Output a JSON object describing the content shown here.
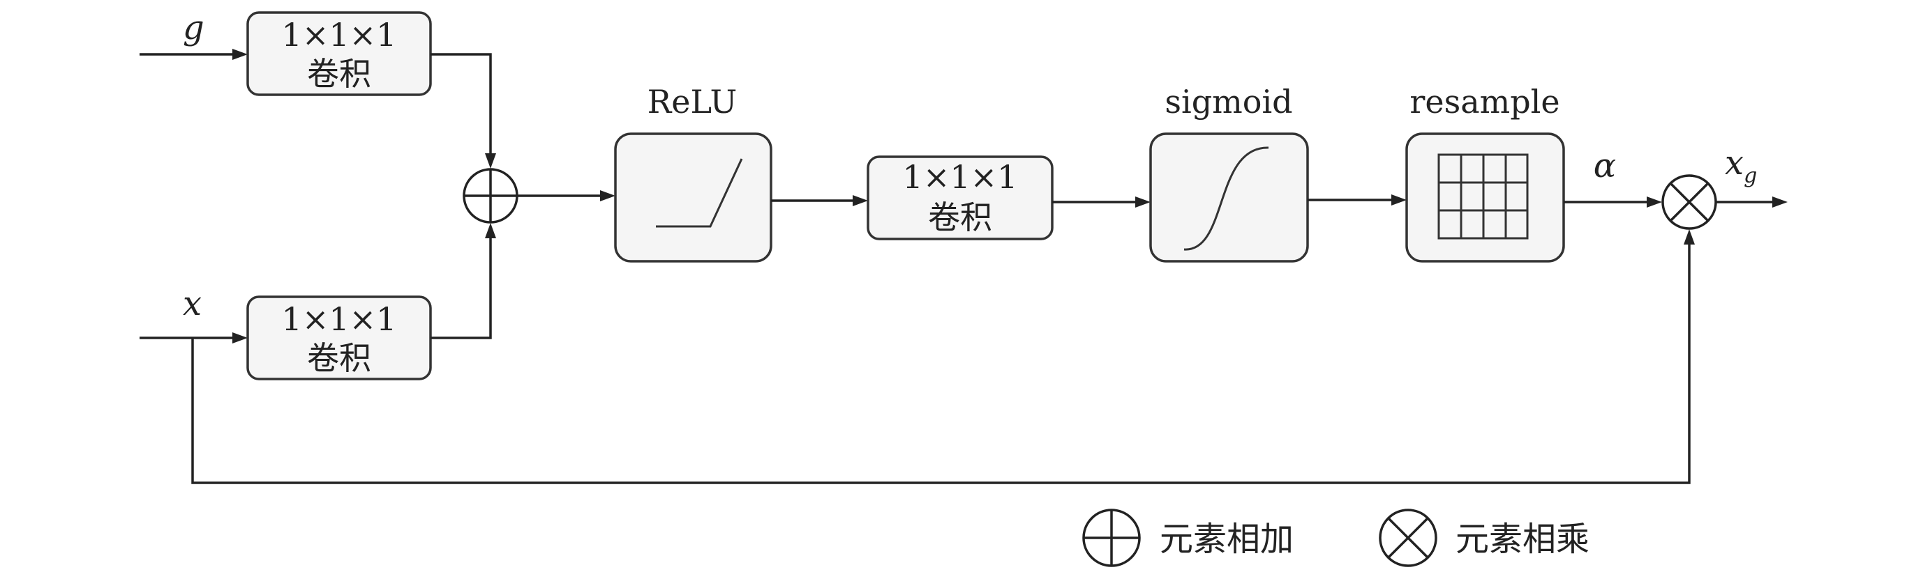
{
  "inputs": {
    "g": "g",
    "x": "x"
  },
  "conv_blocks": {
    "top": {
      "line1": "1×1×1",
      "line2": "卷积"
    },
    "bottom": {
      "line1": "1×1×1",
      "line2": "卷积"
    },
    "middle": {
      "line1": "1×1×1",
      "line2": "卷积"
    }
  },
  "relu": {
    "label": "ReLU"
  },
  "sigmoid": {
    "label": "sigmoid"
  },
  "resample": {
    "label": "resample"
  },
  "alpha": {
    "label": "α"
  },
  "output": {
    "main": "x",
    "sub": "g"
  },
  "legend": {
    "add": "元素相加",
    "multiply": "元素相乘"
  },
  "colors": {
    "stroke": "#222222",
    "box_fill": "#f5f5f5"
  }
}
